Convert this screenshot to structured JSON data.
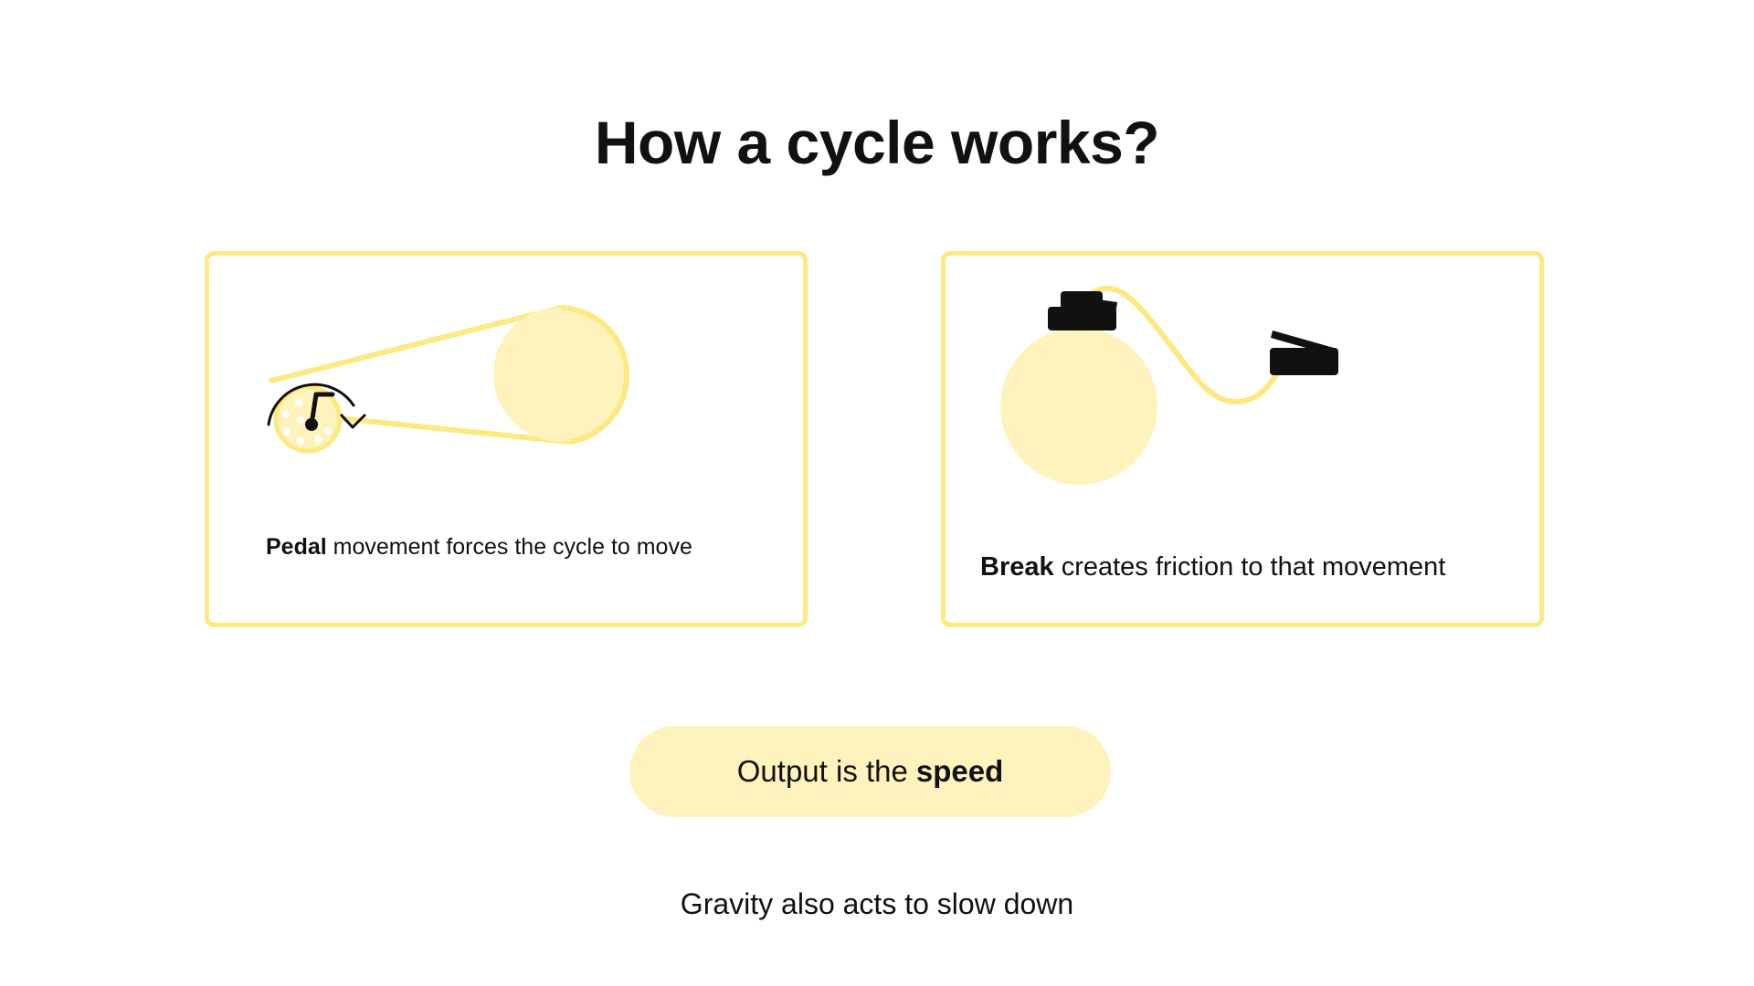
{
  "title": "How a cycle works?",
  "cards": [
    {
      "bold": "Pedal",
      "text": "movement forces the cycle to move"
    },
    {
      "bold": "Break",
      "text": "creates friction to that movement"
    }
  ],
  "output": {
    "prefix": "Output is the",
    "bold": "speed"
  },
  "footnote": "Gravity also acts to slow down",
  "colors": {
    "card_border": "#FDE982",
    "wheel_fill": "#FEF3BD",
    "chain": "#FDE982",
    "pill_bg": "#FEF3BD",
    "ink": "#111111",
    "cable_tip": "#AAAAAA"
  },
  "icons": [
    "pedal-gear-icon",
    "rotation-arrow-icon",
    "chainring-icon",
    "brake-caliper-icon",
    "brake-lever-icon"
  ]
}
